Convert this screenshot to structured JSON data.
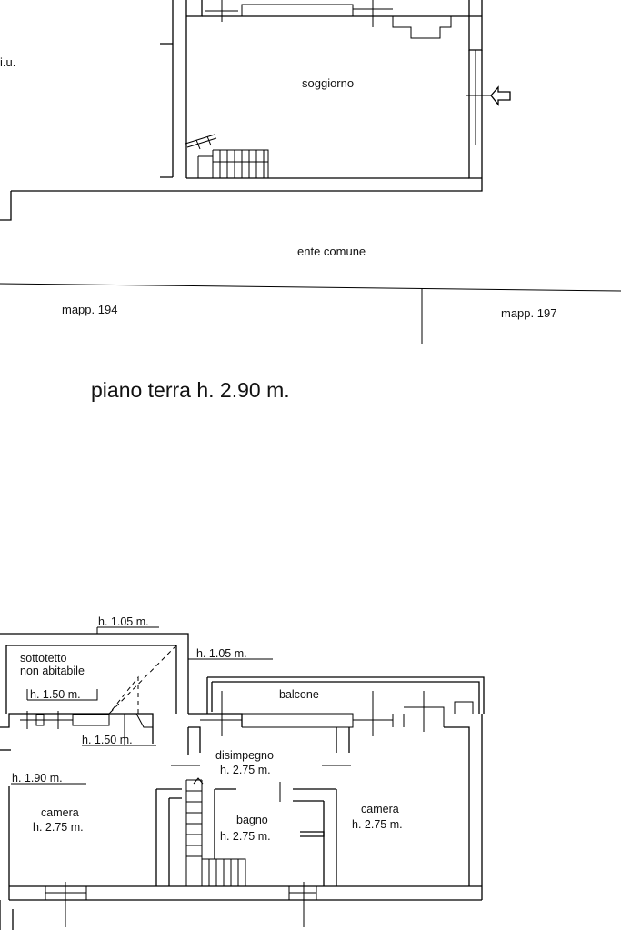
{
  "ground_floor": {
    "left_label": "i.u.",
    "room_soggiorno": "soggiorno",
    "common_area": "ente comune",
    "parcel_left": "mapp. 194",
    "parcel_right": "mapp. 197",
    "title": "piano terra h. 2.90 m."
  },
  "upper_floor": {
    "h_top": "h. 1.05 m.",
    "h_right": "h. 1.05 m.",
    "attic_line1": "sottotetto",
    "attic_line2": "non abitabile",
    "h_attic_inner": "h. 1.50 m.",
    "h_attic_lower": "h. 1.50 m.",
    "balcony": "balcone",
    "hall_name": "disimpegno",
    "hall_h": "h. 2.75 m.",
    "h_left": "h. 1.90 m.",
    "bedroom_left_name": "camera",
    "bedroom_left_h": "h. 2.75 m.",
    "bath_name": "bagno",
    "bath_h": "h. 2.75 m.",
    "bedroom_right_name": "camera",
    "bedroom_right_h": "h. 2.75 m."
  }
}
